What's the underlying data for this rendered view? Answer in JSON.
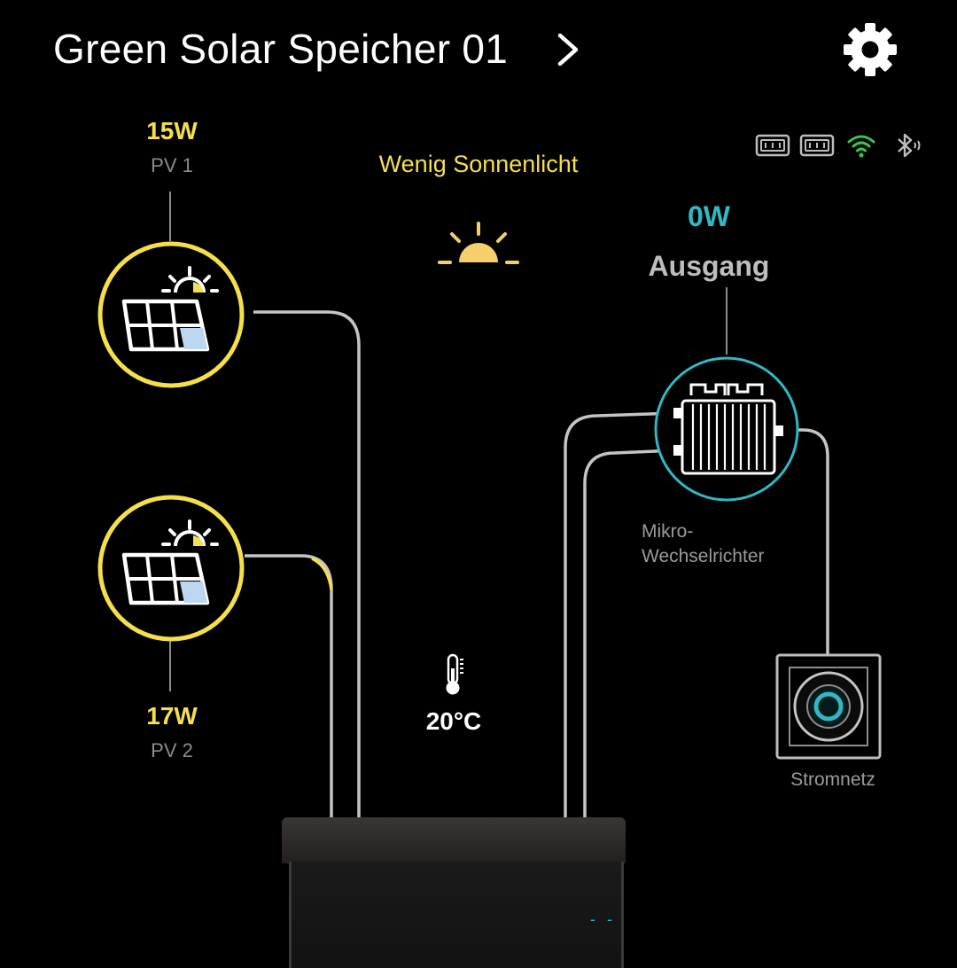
{
  "header": {
    "title": "Green Solar Speicher 01"
  },
  "pv1": {
    "power": "15W",
    "name": "PV 1"
  },
  "pv2": {
    "power": "17W",
    "name": "PV 2"
  },
  "weather": {
    "text": "Wenig Sonnenlicht",
    "icon": "low-sun-icon"
  },
  "output": {
    "power": "0W",
    "label": "Ausgang"
  },
  "inverter": {
    "label": "Mikro-\nWechselrichter"
  },
  "grid": {
    "label": "Stromnetz"
  },
  "temperature": {
    "value": "20°C",
    "icon": "thermometer-icon"
  },
  "battery": {
    "indicator": "- -"
  },
  "status_icons": [
    "battery-module-icon",
    "battery-module-icon",
    "wifi-icon",
    "bluetooth-icon"
  ],
  "colors": {
    "background": "#000000",
    "pv_accent": "#f5e04a",
    "output_accent": "#2fb9c4",
    "line": "#c4c4c4",
    "wifi": "#3cc24a"
  }
}
